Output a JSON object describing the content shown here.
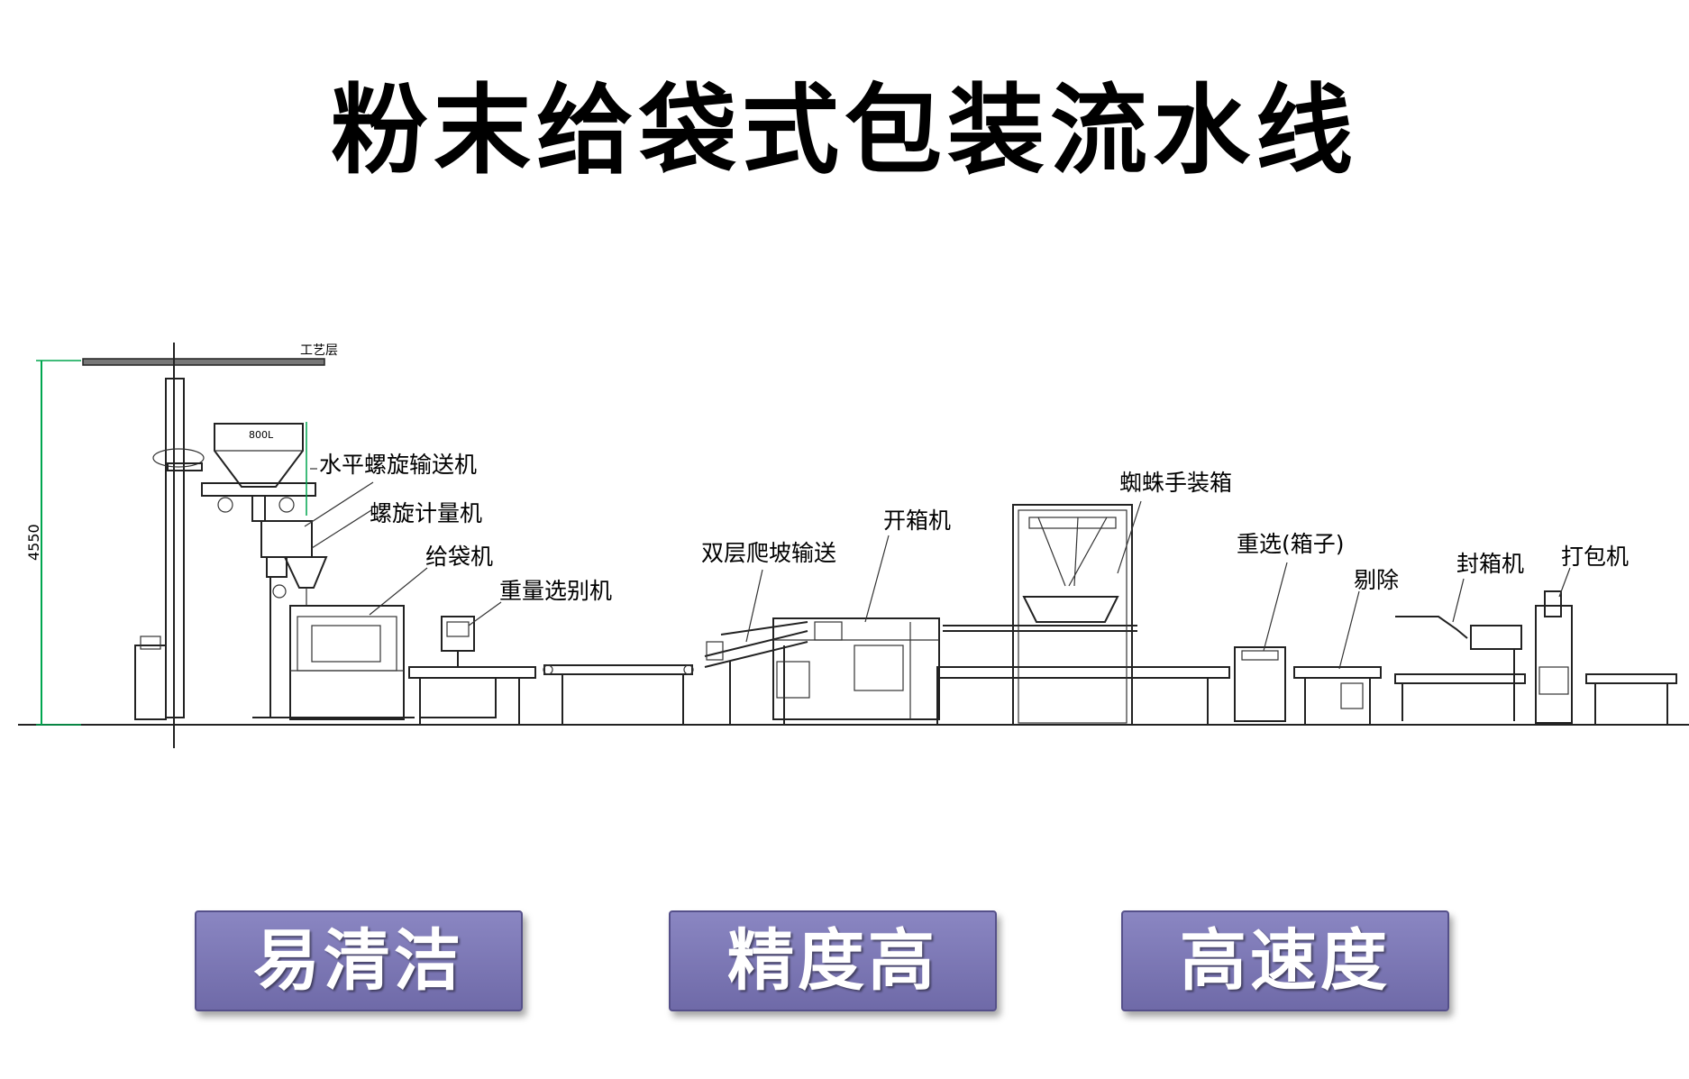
{
  "title": "粉末给袋式包装流水线",
  "dimension": "4550",
  "ceiling_note": "工艺层",
  "hopper_note": "800L",
  "labels": {
    "horizontal_screw_conveyor": "水平螺旋输送机",
    "screw_metering": "螺旋计量机",
    "bag_feeder": "给袋机",
    "checkweigher": "重量选别机",
    "double_slope_conveyor": "双层爬坡输送",
    "case_erector": "开箱机",
    "spider_case_packer": "蜘蛛手装箱",
    "reweigh_box": "重选(箱子)",
    "reject": "剔除",
    "case_sealer": "封箱机",
    "strapping": "打包机"
  },
  "features": [
    "易清洁",
    "精度高",
    "高速度"
  ]
}
